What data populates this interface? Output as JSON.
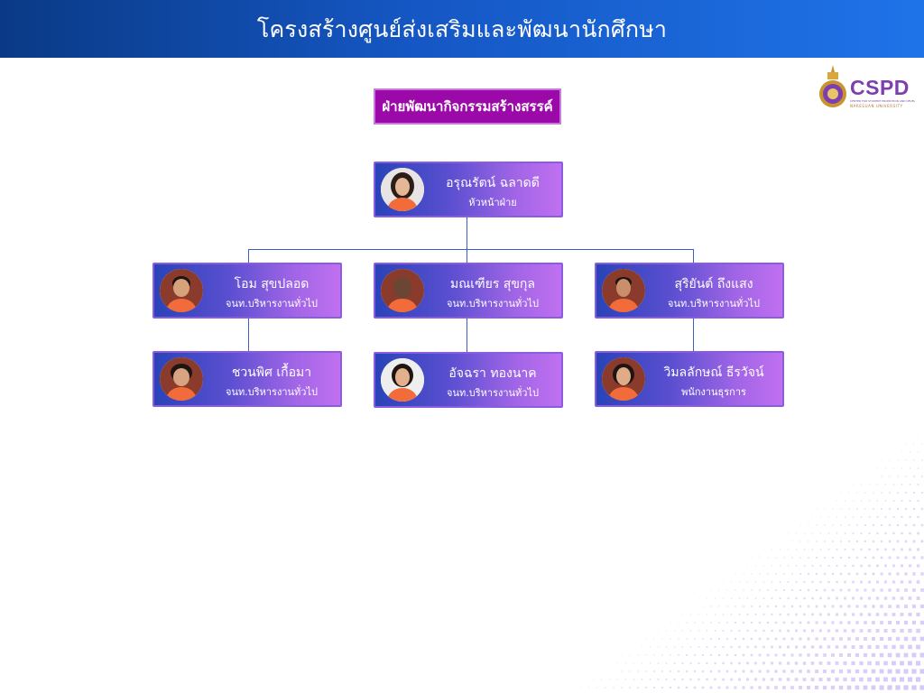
{
  "header": {
    "title": "โครงสร้างศูนย์ส่งเสริมและพัฒนานักศึกษา"
  },
  "logo": {
    "text": "CSPD",
    "subtitle": "CENTER FOR STUDENT PROMOTION AND DEVELOPMENT",
    "university": "NARESUAN UNIVERSITY"
  },
  "department": {
    "label": "ฝ่ายพัฒนากิจกรรมสร้างสรรค์"
  },
  "head": {
    "name": "อรุณรัตน์ ฉลาดดี",
    "role": "หัวหน้าฝ่าย"
  },
  "staff": [
    {
      "name": "โอม สุขปลอด",
      "role": "จนท.บริหารงานทั่วไป"
    },
    {
      "name": "มณเฑียร สุขกุล",
      "role": "จนท.บริหารงานทั่วไป"
    },
    {
      "name": "สุริยันต์ ถึงแสง",
      "role": "จนท.บริหารงานทั่วไป"
    },
    {
      "name": "ชวนพิศ เกื้อมา",
      "role": "จนท.บริหารงานทั่วไป"
    },
    {
      "name": "อัจฉรา ทองนาค",
      "role": "จนท.บริหารงานทั่วไป"
    },
    {
      "name": "วิมลลักษณ์ ธีรวัจน์",
      "role": "พนักงานธุรการ"
    }
  ],
  "colors": {
    "banner": "#1557c4",
    "department": "#9b0aa8",
    "card_start": "#2a43b8",
    "card_end": "#c070f0",
    "shirt": "#f26b3a"
  }
}
